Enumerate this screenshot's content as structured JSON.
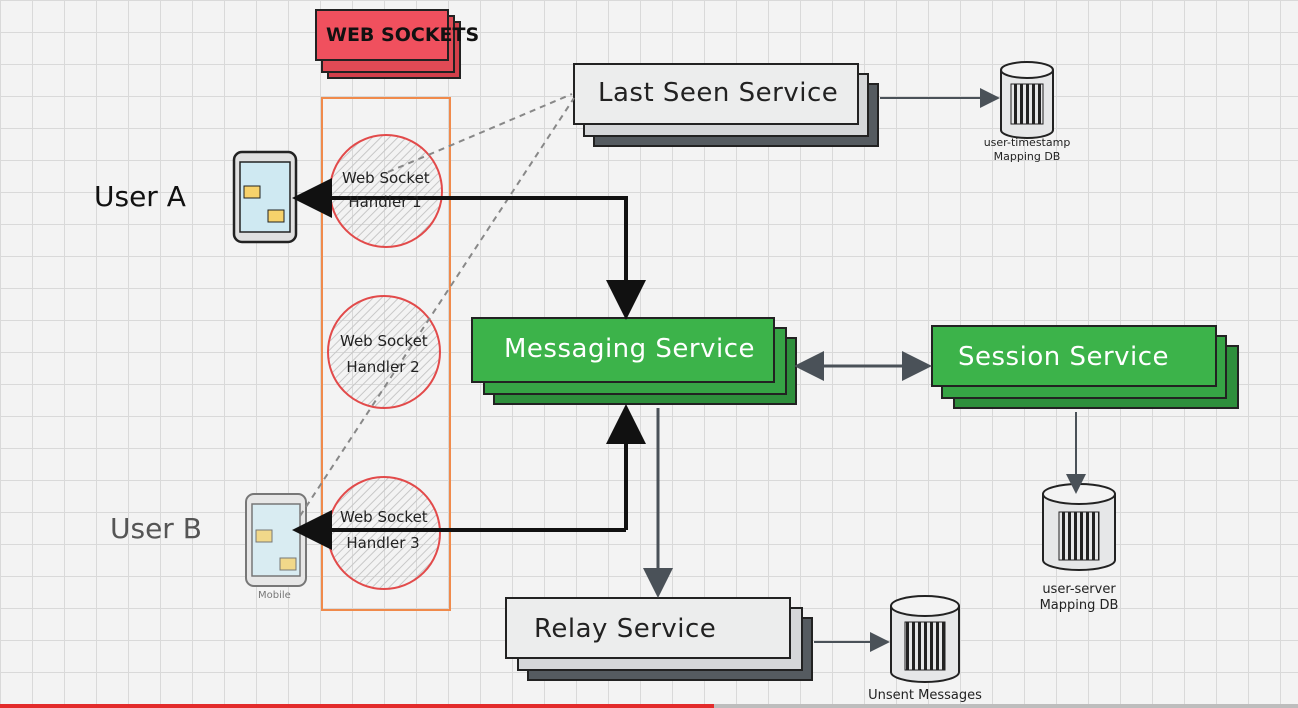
{
  "header": {
    "websockets_label": "WEB SOCKETS"
  },
  "users": {
    "user_a": "User A",
    "user_b": "User B",
    "mobile_caption": "Mobile"
  },
  "handlers": [
    {
      "line1": "Web Socket",
      "line2": "Handler 1"
    },
    {
      "line1": "Web Socket",
      "line2": "Handler 2"
    },
    {
      "line1": "Web Socket",
      "line2": "Handler 3"
    }
  ],
  "services": {
    "last_seen": "Last Seen Service",
    "messaging": "Messaging Service",
    "session": "Session Service",
    "relay": "Relay Service"
  },
  "databases": {
    "last_seen_db": {
      "line1": "user-timestamp",
      "line2": "Mapping DB"
    },
    "session_db": {
      "line1": "user-server",
      "line2": "Mapping DB"
    },
    "relay_db": {
      "line1": "Unsent Messages",
      "line2": ""
    }
  },
  "colors": {
    "websockets_red": "#f0505e",
    "messaging_green": "#3cb34a",
    "session_green": "#3cb34a",
    "gray_service": "#e6e7e8",
    "orange_border": "#f08a4b",
    "handler_red": "#e24a4a"
  },
  "video_progress": 0.55
}
